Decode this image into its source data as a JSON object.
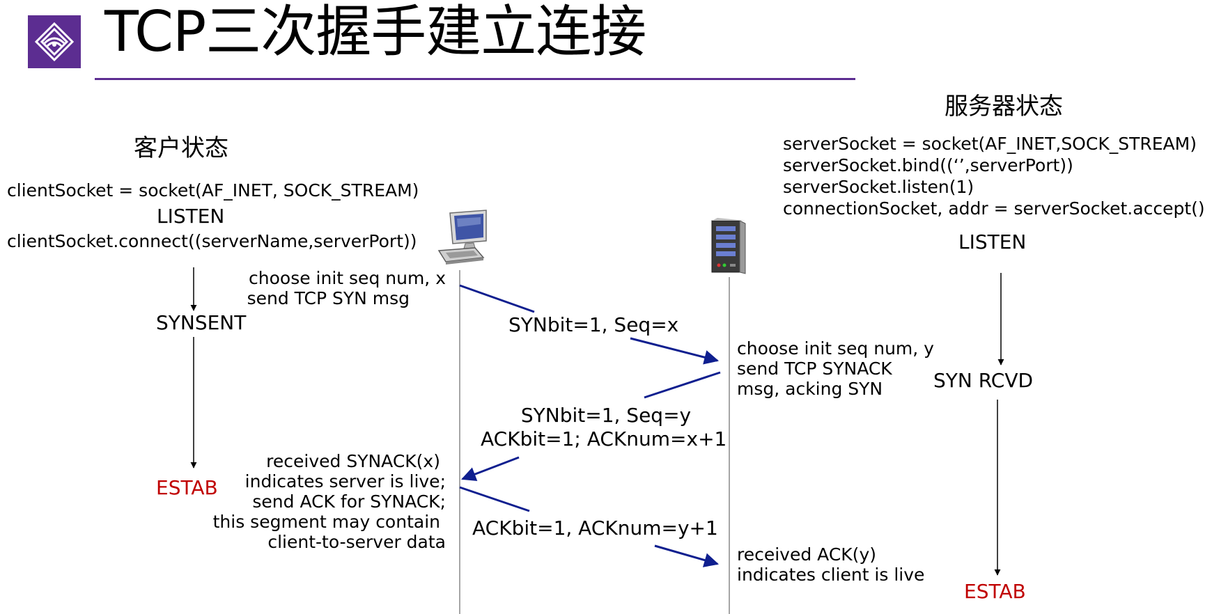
{
  "title": "TCP三次握手建立连接",
  "client": {
    "header": "客户状态",
    "code_socket": "clientSocket = socket(AF_INET, SOCK_STREAM)",
    "state_listen": "LISTEN",
    "code_connect": "clientSocket.connect((serverName,serverPort))",
    "note_syn": [
      "choose init seq num, x",
      "send TCP SYN msg"
    ],
    "state_synsent": "SYNSENT",
    "note_synack": [
      "received SYNACK(x)",
      "indicates server is live;",
      "send ACK for SYNACK;",
      "this segment may contain",
      "client-to-server data"
    ],
    "state_estab": "ESTAB"
  },
  "server": {
    "header": "服务器状态",
    "code": [
      "serverSocket = socket(AF_INET,SOCK_STREAM)",
      "serverSocket.bind((‘’,serverPort))",
      "serverSocket.listen(1)",
      "connectionSocket, addr = serverSocket.accept()"
    ],
    "state_listen": "LISTEN",
    "note_synack": [
      "choose init seq num, y",
      "send TCP SYNACK",
      "msg, acking SYN"
    ],
    "state_synrcvd": "SYN RCVD",
    "note_ack": [
      "received ACK(y)",
      "indicates client is live"
    ],
    "state_estab": "ESTAB"
  },
  "segments": {
    "syn": "SYNbit=1, Seq=x",
    "synack_1": "SYNbit=1, Seq=y",
    "synack_2": "ACKbit=1; ACKnum=x+1",
    "ack": "ACKbit=1, ACKnum=y+1"
  },
  "icons": [
    "logo-icon",
    "client-computer-icon",
    "server-icon"
  ],
  "colors": {
    "accent": "#5c2d91",
    "arrow": "#0f1f8f",
    "estab": "#c00000",
    "timeline": "#a6a6a6"
  }
}
